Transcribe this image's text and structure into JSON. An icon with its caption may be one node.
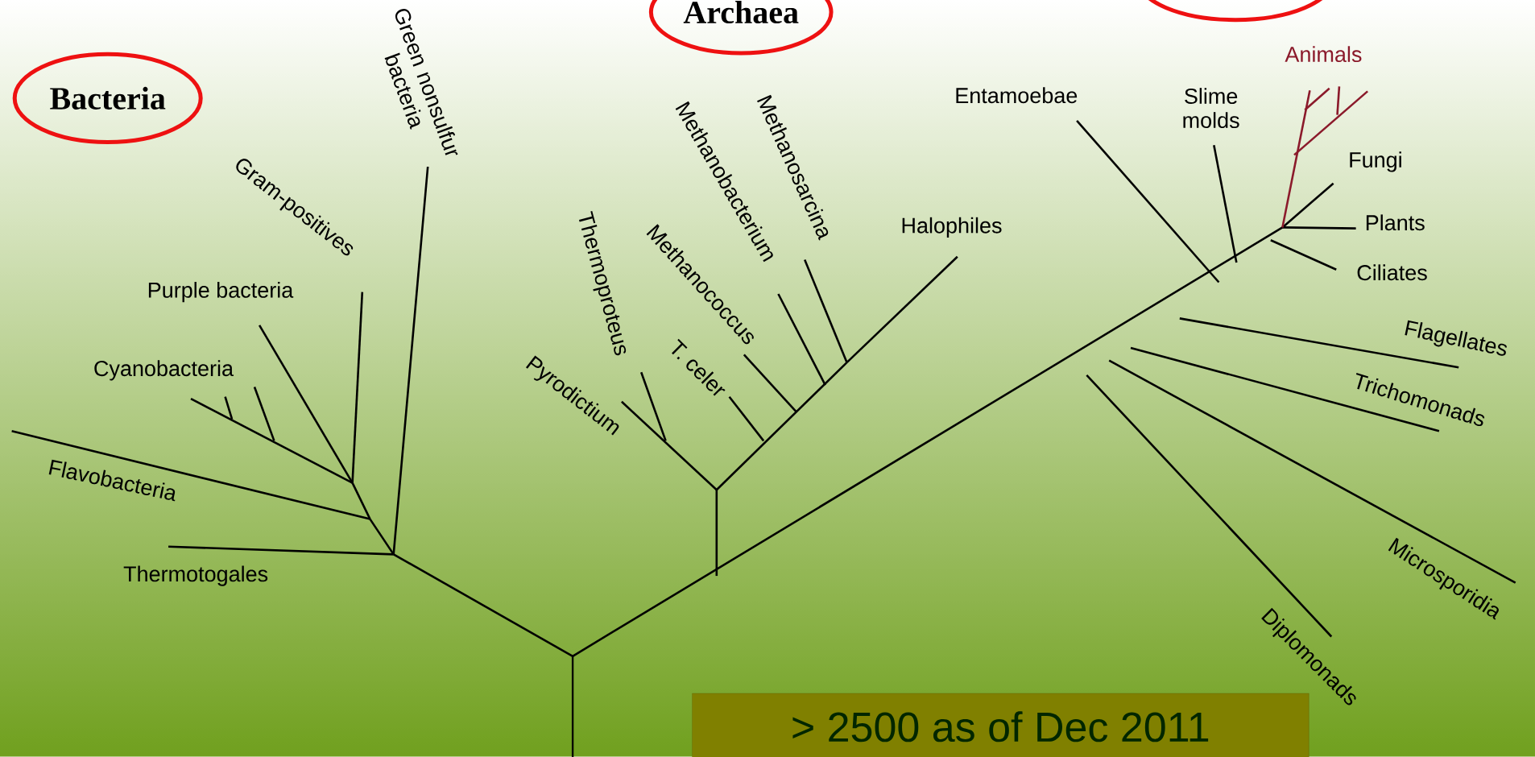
{
  "diagram": {
    "nodes": [
      {
        "text": [
          "Bacteria"
        ]
      },
      {
        "text": [
          "Archaea"
        ]
      },
      {
        "text": [],
        "shape": "ellipse"
      },
      {
        "text": [
          "> 2500 as of Dec 2011"
        ]
      }
    ],
    "labels": [
      "Green nonsulfur bacteria",
      "Methanosarcina",
      "Methanobacterium",
      "Entamoebae",
      "Slime molds",
      "Animals",
      "Gram-positives",
      "Fungi",
      "Methanococcus",
      "Halophiles",
      "Thermoproteus",
      "Plants",
      "Ciliates",
      "Purple bacteria",
      "T. celer",
      "Cyanobacteria",
      "Pyrodictium",
      "Flagellates",
      "Trichomonads",
      "Flavobacteria",
      "Thermotogales",
      "Microsporidia",
      "Diplomonads"
    ]
  }
}
